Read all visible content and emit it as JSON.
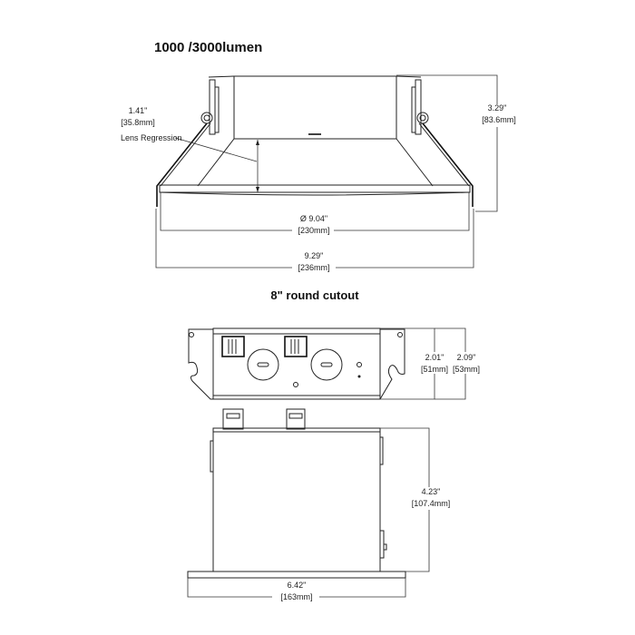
{
  "title": "1000 /3000lumen",
  "cutout_label": "8\" round cutout",
  "top_view": {
    "lens_regression": {
      "value_in": "1.41\"",
      "value_mm": "[35.8mm]",
      "label": "Lens Regression"
    },
    "height": {
      "value_in": "3.29\"",
      "value_mm": "[83.6mm]"
    },
    "lens_diameter": {
      "value_in": "Ø 9.04\"",
      "value_mm": "[230mm]"
    },
    "overall_width": {
      "value_in": "9.29\"",
      "value_mm": "[236mm]"
    }
  },
  "junction_box_front": {
    "height_a": {
      "value_in": "2.01\"",
      "value_mm": "[51mm]"
    },
    "height_b": {
      "value_in": "2.09\"",
      "value_mm": "[53mm]"
    }
  },
  "junction_box_top": {
    "depth": {
      "value_in": "4.23\"",
      "value_mm": "[107.4mm]"
    },
    "width": {
      "value_in": "6.42\"",
      "value_mm": "[163mm]"
    }
  }
}
